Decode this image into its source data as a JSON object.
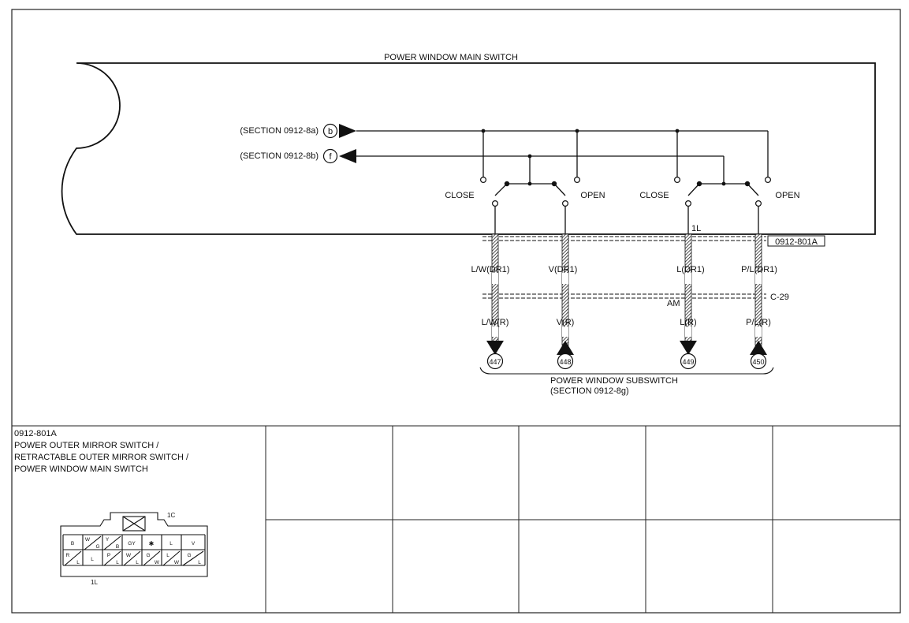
{
  "title": "POWER WINDOW MAIN SWITCH",
  "sections": [
    {
      "label": "(SECTION 0912-8a)",
      "terminal": "b"
    },
    {
      "label": "(SECTION 0912-8b)",
      "terminal": "f"
    }
  ],
  "switches": {
    "close_1": "CLOSE",
    "open_1": "OPEN",
    "close_2": "CLOSE",
    "open_2": "OPEN"
  },
  "pin_label": "1L",
  "connector_main": "0912-801A",
  "connector_mid": "C-29",
  "connector_am": "AM",
  "wires": [
    {
      "upper": "L/W(DR1)",
      "lower": "L/W(R)",
      "ref": "447"
    },
    {
      "upper": "V(DR1)",
      "lower": "V(R)",
      "ref": "448"
    },
    {
      "upper": "L(DR1)",
      "lower": "L(R)",
      "ref": "449"
    },
    {
      "upper": "P/L(DR1)",
      "lower": "P/L(R)",
      "ref": "450"
    }
  ],
  "subswitch": {
    "line1": "POWER WINDOW SUBSWITCH",
    "line2": "(SECTION 0912-8g)"
  },
  "connector_info": {
    "code": "0912-801A",
    "name_lines": [
      "POWER OUTER MIRROR SWITCH /",
      "RETRACTABLE OUTER MIRROR SWITCH /",
      "POWER WINDOW MAIN SWITCH"
    ],
    "top_tag": "1C",
    "bottom_tag": "1L",
    "row1": [
      "B",
      "W",
      "G",
      "Y",
      "B",
      "GY",
      "✱",
      "L",
      "V"
    ],
    "row2": [
      "R",
      "L",
      "L",
      "P",
      "L",
      "W",
      "L",
      "G",
      "W",
      "L",
      "W",
      "G",
      "L"
    ]
  }
}
